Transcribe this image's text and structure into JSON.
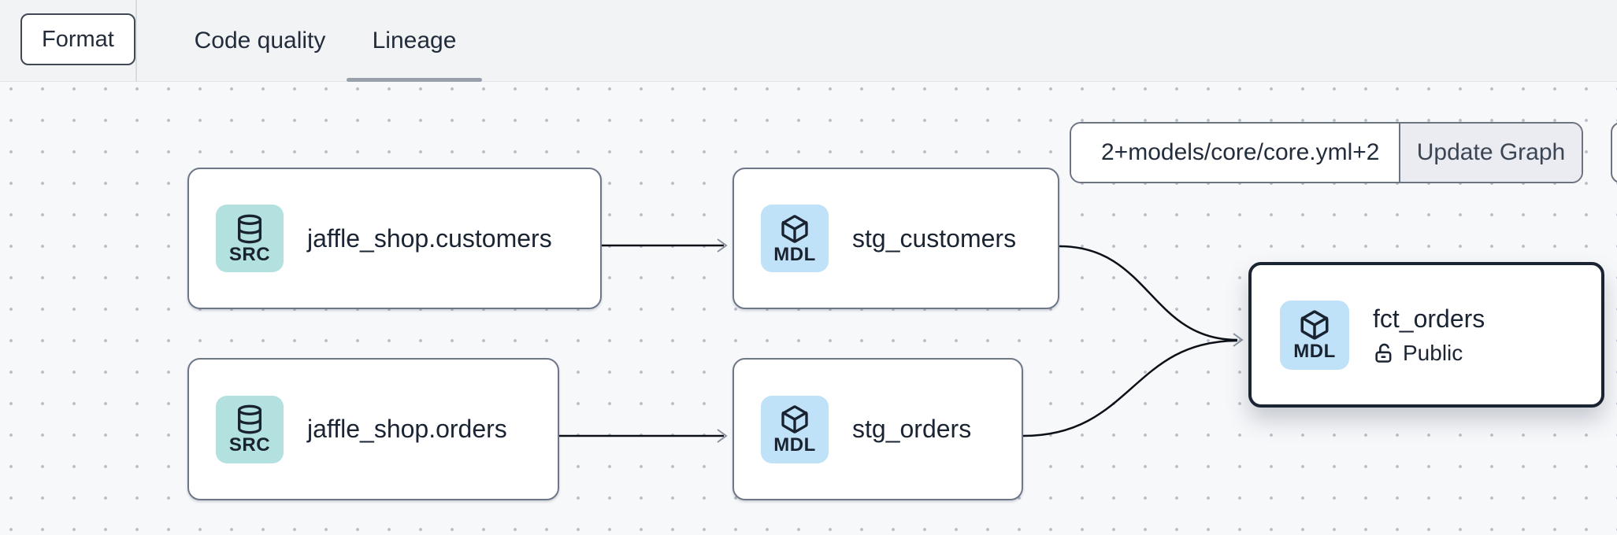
{
  "toolbar": {
    "format_label": "Format",
    "tabs": [
      {
        "label": "Code quality",
        "active": false
      },
      {
        "label": "Lineage",
        "active": true
      }
    ]
  },
  "selector": {
    "value": "2+models/core/core.yml+2",
    "update_button_label": "Update Graph"
  },
  "graph": {
    "nodes": [
      {
        "id": "source.jaffle_shop.customers",
        "label": "jaffle_shop.customers",
        "type": "SRC",
        "selected": false
      },
      {
        "id": "source.jaffle_shop.orders",
        "label": "jaffle_shop.orders",
        "type": "SRC",
        "selected": false
      },
      {
        "id": "model.stg_customers",
        "label": "stg_customers",
        "type": "MDL",
        "selected": false
      },
      {
        "id": "model.stg_orders",
        "label": "stg_orders",
        "type": "MDL",
        "selected": false
      },
      {
        "id": "model.fct_orders",
        "label": "fct_orders",
        "type": "MDL",
        "access": "Public",
        "selected": true
      }
    ],
    "edges": [
      {
        "from": "jaffle_shop.customers",
        "to": "stg_customers"
      },
      {
        "from": "jaffle_shop.orders",
        "to": "stg_orders"
      },
      {
        "from": "stg_customers",
        "to": "fct_orders"
      },
      {
        "from": "stg_orders",
        "to": "fct_orders"
      }
    ]
  },
  "colors": {
    "topbar_bg": "#f2f3f5",
    "canvas_bg": "#f7f8fa",
    "canvas_dot": "#b9bec8",
    "node_border": "#6e7787",
    "selected_node_border": "#1b2433",
    "source_tile": "#b2e1df",
    "model_tile": "#bfe2f9",
    "edge": "#0c1118",
    "active_tab_underline": "#98a0ac",
    "text": "#1b2433"
  }
}
